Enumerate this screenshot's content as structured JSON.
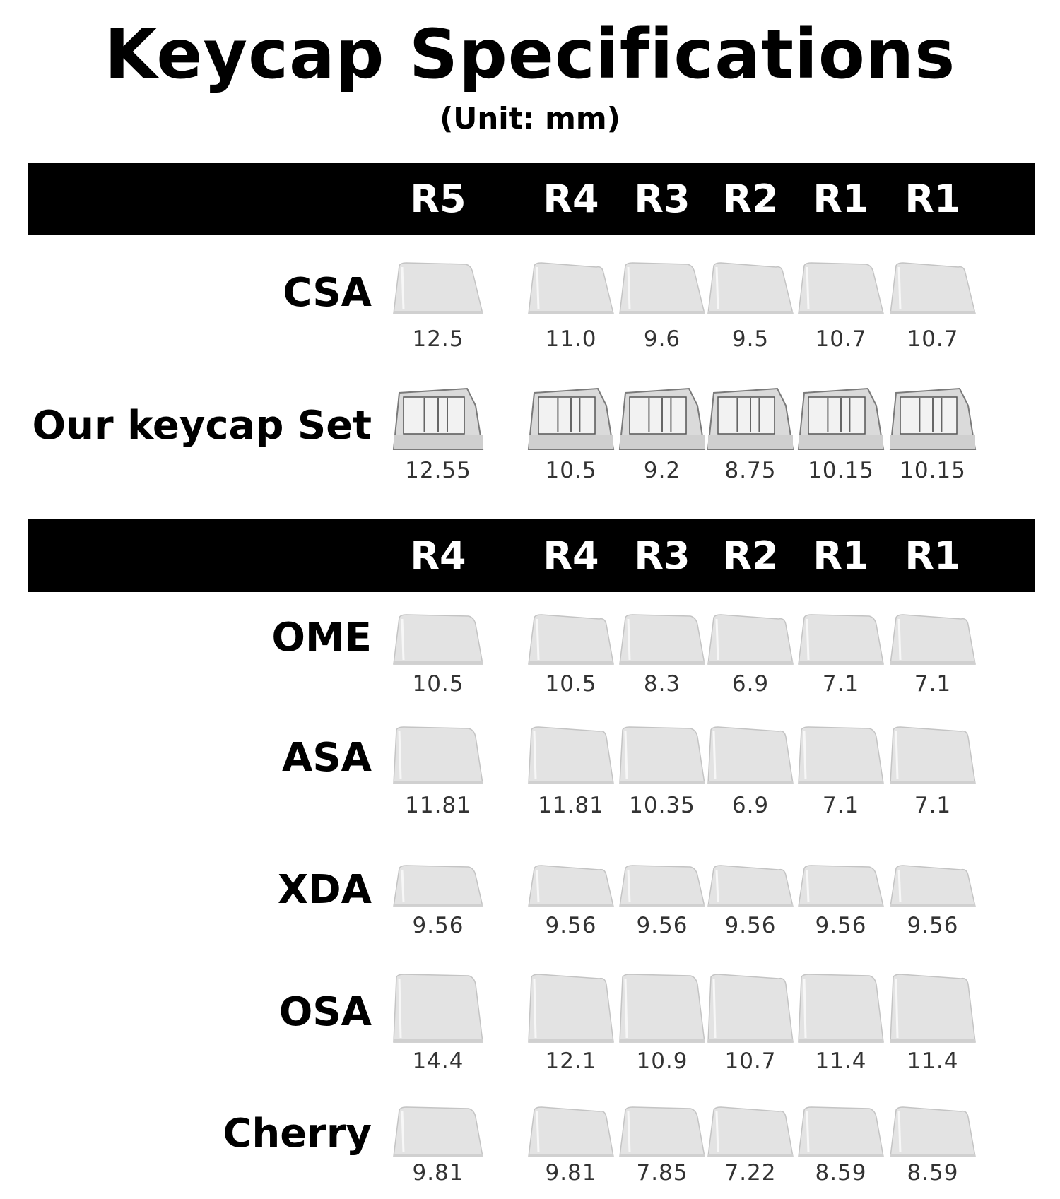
{
  "title": "Keycap Specifications",
  "subtitle": "(Unit: mm)",
  "section1": {
    "headers": [
      "R5",
      "R4",
      "R3",
      "R2",
      "R1",
      "R1"
    ],
    "rows": [
      {
        "name": "CSA",
        "values": [
          "12.5",
          "11.0",
          "9.6",
          "9.5",
          "10.7",
          "10.7"
        ]
      },
      {
        "name": "Our keycap Set",
        "values": [
          "12.55",
          "10.5",
          "9.2",
          "8.75",
          "10.15",
          "10.15"
        ]
      }
    ]
  },
  "section2": {
    "headers": [
      "R4",
      "R4",
      "R3",
      "R2",
      "R1",
      "R1"
    ],
    "rows": [
      {
        "name": "OME",
        "values": [
          "10.5",
          "10.5",
          "8.3",
          "6.9",
          "7.1",
          "7.1"
        ]
      },
      {
        "name": "ASA",
        "values": [
          "11.81",
          "11.81",
          "10.35",
          "6.9",
          "7.1",
          "7.1"
        ]
      },
      {
        "name": "XDA",
        "values": [
          "9.56",
          "9.56",
          "9.56",
          "9.56",
          "9.56",
          "9.56"
        ]
      },
      {
        "name": "OSA",
        "values": [
          "14.4",
          "12.1",
          "10.9",
          "10.7",
          "11.4",
          "11.4"
        ]
      },
      {
        "name": "Cherry",
        "values": [
          "9.81",
          "9.81",
          "7.85",
          "7.22",
          "8.59",
          "8.59"
        ]
      }
    ]
  },
  "colors": {
    "bar": "#000000",
    "header_text": "#ffffff",
    "keycap": "#e3e3e3",
    "value_text": "#333333"
  }
}
